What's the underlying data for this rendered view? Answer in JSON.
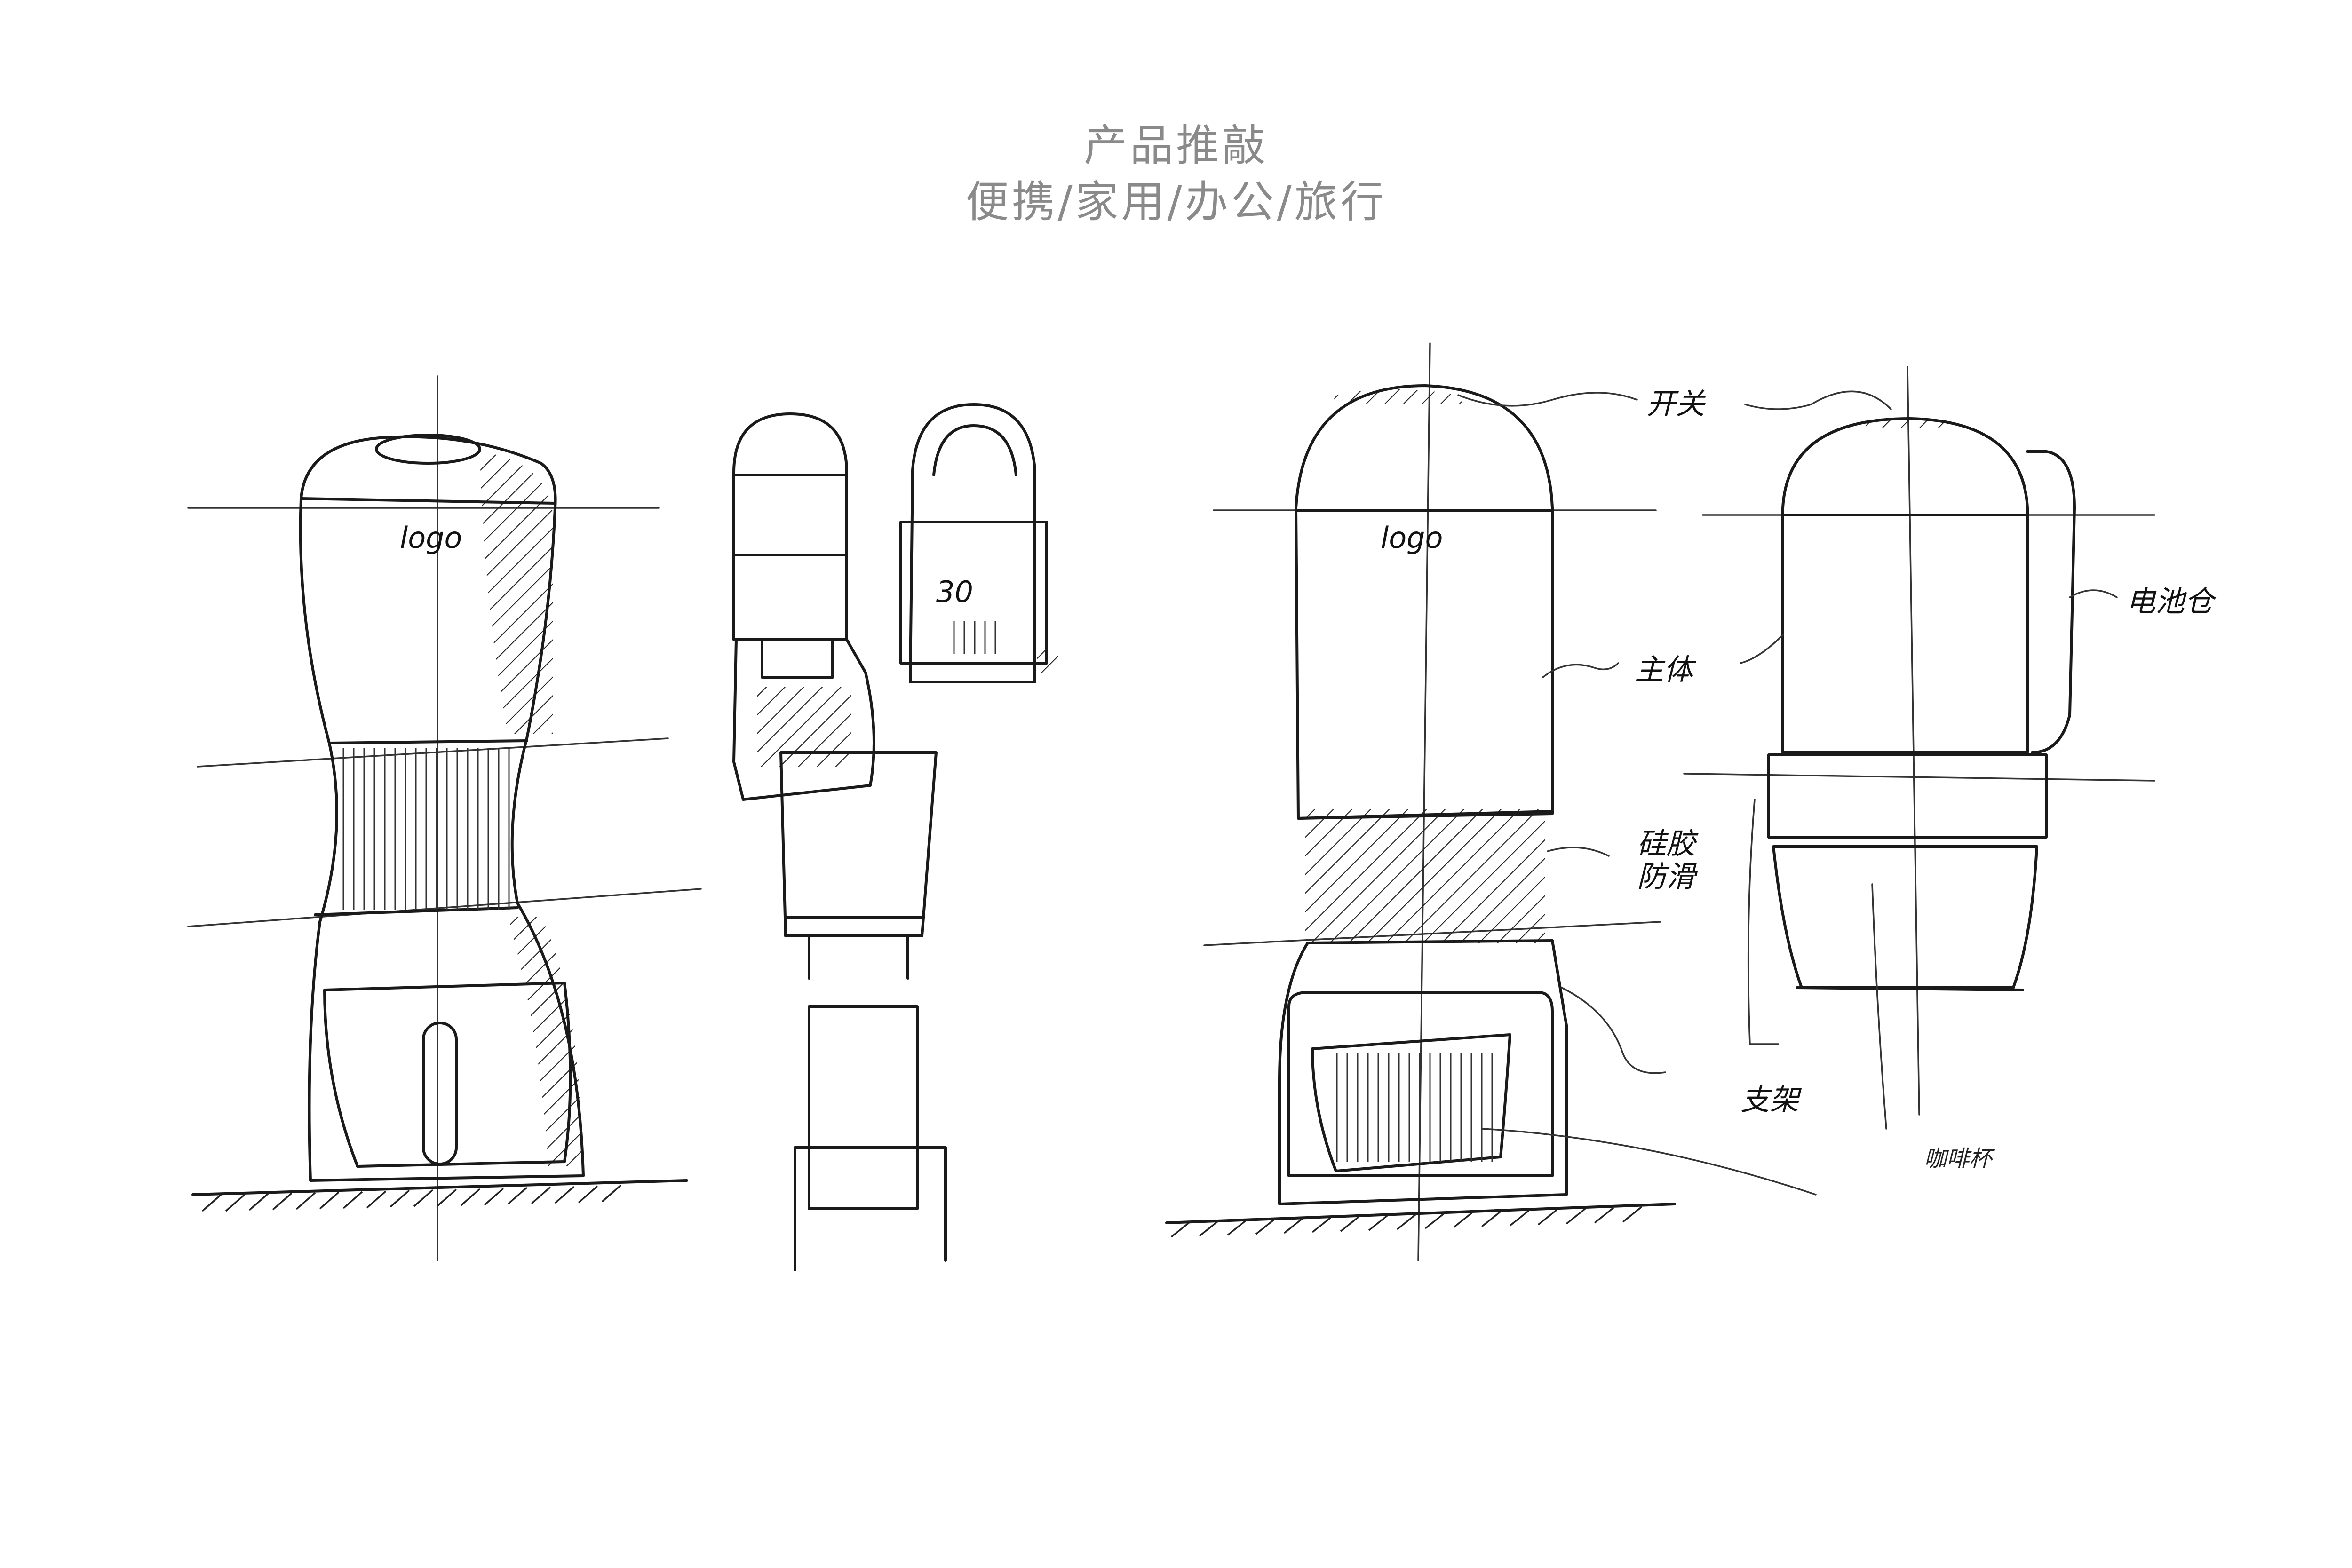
{
  "header": {
    "title": "产品推敲",
    "subtitle": "便携/家用/办公/旅行"
  },
  "sketch_labels": {
    "logo_left": "logo",
    "logo_right": "logo",
    "capacity": "30",
    "switch": "开关",
    "body": "主体",
    "silicone": "硅胶",
    "anti_slip": "防滑",
    "battery": "电池仓",
    "stand": "支架",
    "cup": "咖啡杯"
  },
  "colors": {
    "ink": "#1a1a1a",
    "title": "#8a8a8a",
    "paper": "#ffffff"
  }
}
